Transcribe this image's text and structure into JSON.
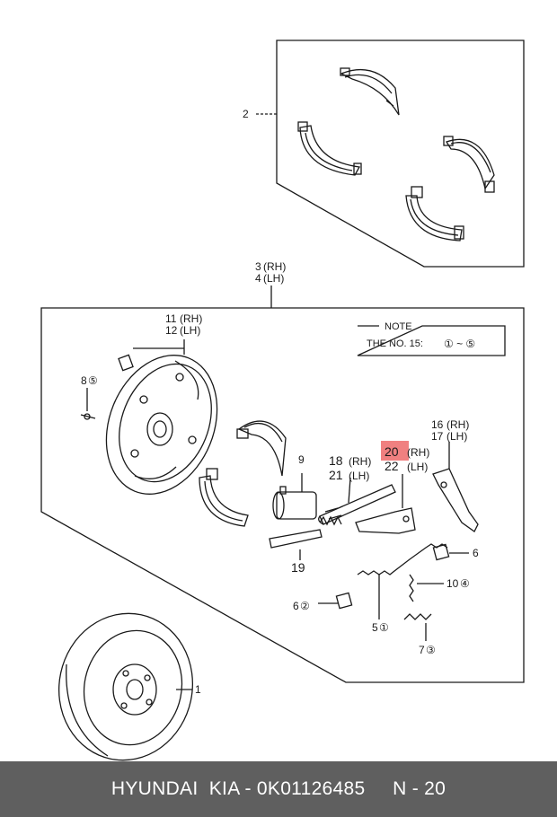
{
  "labels": {
    "p2": "2",
    "p3": "3",
    "p4": "4",
    "rh": "(RH)",
    "lh": "(LH)",
    "p11": "11",
    "p12": "12",
    "p8": "8",
    "p9": "9",
    "p18": "18",
    "p21": "21",
    "p20": "20",
    "p22": "22",
    "p16": "16",
    "p17": "17",
    "p19": "19",
    "p6": "6",
    "p6b": "6",
    "p10": "10",
    "p5": "5",
    "p7": "7",
    "p1": "1",
    "c5": "⑤",
    "c2": "②",
    "c4": "④",
    "c1": "①",
    "c3": "③"
  },
  "note": {
    "title": "NOTE",
    "text": "THE NO. 15:",
    "range": "①  ~  ⑤"
  },
  "highlight_color": "#f08080",
  "footer": {
    "text": "HYUNDAI  KIA - 0K01126485     N - 20"
  }
}
